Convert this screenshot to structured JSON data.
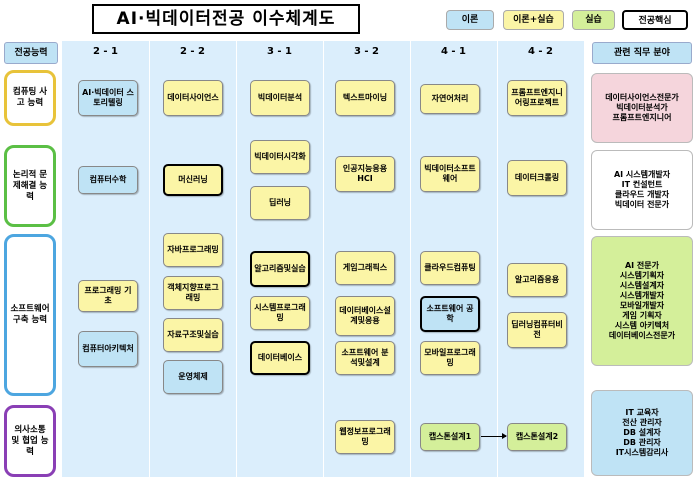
{
  "title": "AI·빅데이터전공 이수체계도",
  "legend": {
    "theory": "이론",
    "mixed": "이론+실습",
    "practice": "실습",
    "core": "전공핵심"
  },
  "headers": {
    "abilities": "전공능력",
    "jobs": "관련 직무 분야"
  },
  "semesters": [
    "2 - 1",
    "2 - 2",
    "3 - 1",
    "3 - 2",
    "4 - 1",
    "4 - 2"
  ],
  "abilities": [
    "컴퓨팅 사고 능력",
    "논리적 문제해결 능력",
    "소프트웨어 구축 능력",
    "의사소통 및 협업 능력"
  ],
  "courses": [
    {
      "label": "AI·빅데이터 스토리텔링",
      "type": "theory",
      "core": false
    },
    {
      "label": "컴퓨터수학",
      "type": "theory",
      "core": false
    },
    {
      "label": "프로그래밍 기초",
      "type": "mixed",
      "core": false
    },
    {
      "label": "컴퓨터아키텍처",
      "type": "theory",
      "core": false
    },
    {
      "label": "데이터사이언스",
      "type": "mixed",
      "core": false
    },
    {
      "label": "머신러닝",
      "type": "mixed",
      "core": true
    },
    {
      "label": "자바프로그래밍",
      "type": "mixed",
      "core": false
    },
    {
      "label": "객체지향프로그래밍",
      "type": "mixed",
      "core": false
    },
    {
      "label": "자료구조및실습",
      "type": "mixed",
      "core": false
    },
    {
      "label": "운영체제",
      "type": "theory",
      "core": false
    },
    {
      "label": "빅데이터분석",
      "type": "mixed",
      "core": false
    },
    {
      "label": "빅데이터시각화",
      "type": "mixed",
      "core": false
    },
    {
      "label": "딥러닝",
      "type": "mixed",
      "core": false
    },
    {
      "label": "알고리즘및실습",
      "type": "mixed",
      "core": true
    },
    {
      "label": "시스템프로그래밍",
      "type": "mixed",
      "core": false
    },
    {
      "label": "데이터베이스",
      "type": "mixed",
      "core": true
    },
    {
      "label": "텍스트마이닝",
      "type": "mixed",
      "core": false
    },
    {
      "label": "인공지능응용 HCI",
      "type": "mixed",
      "core": false
    },
    {
      "label": "게임그래픽스",
      "type": "mixed",
      "core": false
    },
    {
      "label": "데이터베이스설계및응용",
      "type": "mixed",
      "core": false
    },
    {
      "label": "소프트웨어 분석및설계",
      "type": "mixed",
      "core": false
    },
    {
      "label": "웹정보프로그래밍",
      "type": "mixed",
      "core": false
    },
    {
      "label": "자연어처리",
      "type": "mixed",
      "core": false
    },
    {
      "label": "빅데이터소프트웨어",
      "type": "mixed",
      "core": false
    },
    {
      "label": "클라우드컴퓨팅",
      "type": "mixed",
      "core": false
    },
    {
      "label": "소프트웨어 공학",
      "type": "theory",
      "core": true
    },
    {
      "label": "모바일프로그래밍",
      "type": "mixed",
      "core": false
    },
    {
      "label": "캡스톤설계1",
      "type": "practice",
      "core": false
    },
    {
      "label": "프롬프트엔지니어링프로젝트",
      "type": "mixed",
      "core": false
    },
    {
      "label": "데이터크롤링",
      "type": "mixed",
      "core": false
    },
    {
      "label": "알고리즘응용",
      "type": "mixed",
      "core": false
    },
    {
      "label": "딥러닝컴퓨터비전",
      "type": "mixed",
      "core": false
    },
    {
      "label": "캡스톤설계2",
      "type": "practice",
      "core": false
    }
  ],
  "jobs": [
    {
      "lines": [
        "데이터사이언스전문가",
        "빅데이터분석가",
        "프롬프트엔지니어"
      ]
    },
    {
      "lines": [
        "AI 시스템개발자",
        "IT 컨설턴트",
        "클라우드 개발자",
        "빅데이터 전문가"
      ]
    },
    {
      "lines": [
        "AI 전문가",
        "시스템기획자",
        "시스템설계자",
        "시스템개발자",
        "모바일개발자",
        "게임 기획자",
        "시스템 아키텍처",
        "데이터베이스전문가"
      ]
    },
    {
      "lines": [
        "IT 교육자",
        "전산 관리자",
        "DB 설계자",
        "DB 관리자",
        "IT시스템감리사"
      ]
    }
  ],
  "colors": {
    "theory": "#bfe3f5",
    "mixed": "#fbf5a6",
    "practice": "#d4ef9a",
    "background": "#dbeefc"
  }
}
